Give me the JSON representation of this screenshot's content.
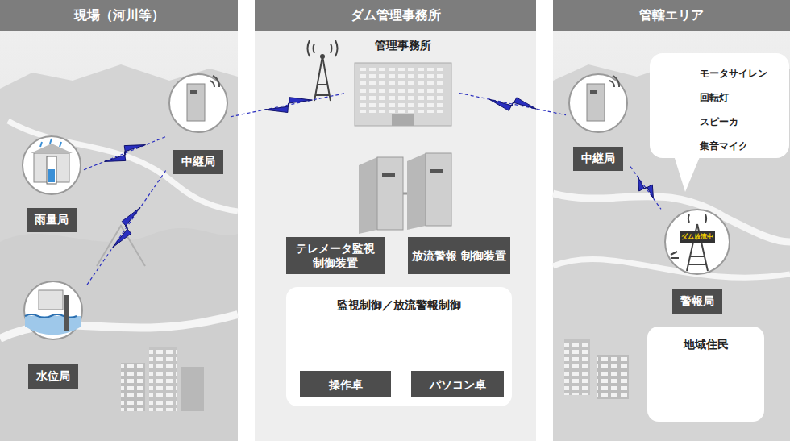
{
  "diagram": {
    "nodes": [
      {
        "text": [
          "現場（河川等）"
        ]
      },
      {
        "text": [
          "中継局"
        ],
        "in": 0
      },
      {
        "text": [
          "雨量局"
        ],
        "in": 0
      },
      {
        "text": [
          "水位局"
        ],
        "in": 0
      },
      {
        "text": [
          "ダム管理事務所"
        ]
      },
      {
        "text": [
          "管理事務所"
        ],
        "in": 4
      },
      {
        "text": [
          "テレメータ監視 制御装置"
        ],
        "in": 4
      },
      {
        "text": [
          "放流警報 制御装置"
        ],
        "in": 4
      },
      {
        "text": [
          "監視制御／放流警報制御"
        ],
        "in": 4
      },
      {
        "text": [
          "操作卓"
        ],
        "in": 8
      },
      {
        "text": [
          "パソコン卓"
        ],
        "in": 8
      },
      {
        "text": [
          "管轄エリア"
        ]
      },
      {
        "text": [
          "中継局"
        ],
        "in": 11
      },
      {
        "text": [
          "モータサイレン",
          "回転灯",
          "スピーカ",
          "集音マイク"
        ],
        "in": 11
      },
      {
        "text": [
          "警報局"
        ],
        "in": 11
      },
      {
        "text": [
          "地域住民"
        ],
        "in": 11
      }
    ],
    "edges": [
      {
        "from": 2,
        "to": 1,
        "arrow": "none"
      },
      {
        "from": 3,
        "to": 1,
        "arrow": "none"
      },
      {
        "from": 1,
        "to": 5,
        "arrow": "none"
      },
      {
        "from": 5,
        "to": 12,
        "arrow": "none"
      },
      {
        "from": 12,
        "to": 14,
        "arrow": "none"
      }
    ],
    "labels": [
      "ダム放流中"
    ]
  }
}
